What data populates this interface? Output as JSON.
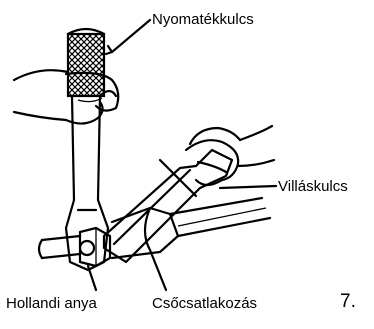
{
  "labels": {
    "torque_wrench": "Nyomatékkulcs",
    "open_end_wrench": "Villáskulcs",
    "flare_nut": "Hollandi anya",
    "pipe_fitting": "Csőcsatlakozás"
  },
  "figure_number": "7."
}
